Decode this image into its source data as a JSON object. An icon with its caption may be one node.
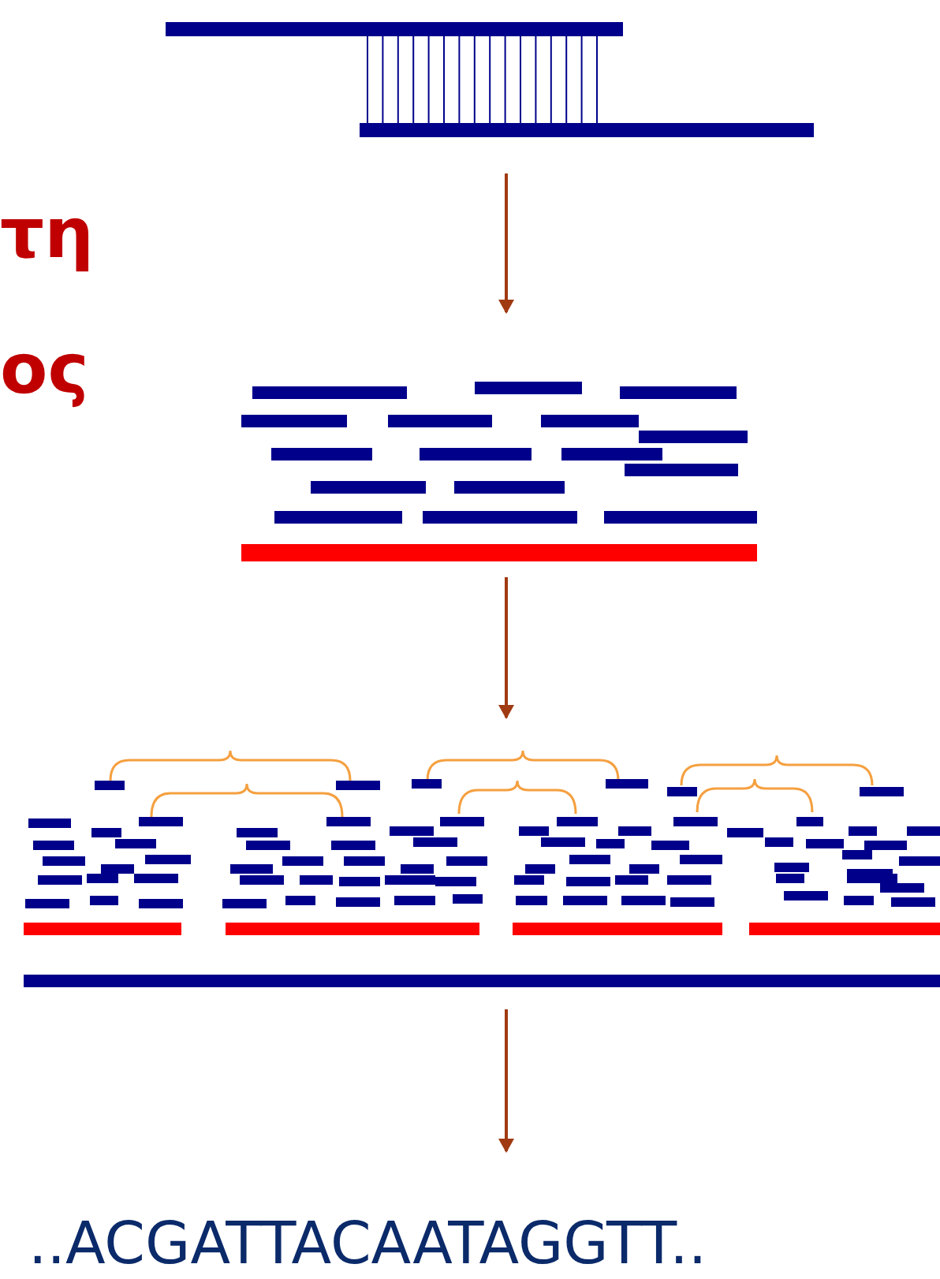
{
  "diagram": {
    "nodes": [
      {
        "text": [],
        "shape": "picture"
      },
      {
        "text": [],
        "shape": "picture"
      },
      {
        "text": [],
        "shape": "picture"
      },
      {
        "text": [
          "..ACGATTACAATAGGTT.."
        ]
      }
    ],
    "edges": [
      {
        "from": 0,
        "to": 1,
        "arrow": "to"
      },
      {
        "from": 1,
        "to": 2,
        "arrow": "to"
      },
      {
        "from": 2,
        "to": 3,
        "arrow": "to"
      }
    ],
    "labels": [
      "τη",
      "ος"
    ]
  }
}
